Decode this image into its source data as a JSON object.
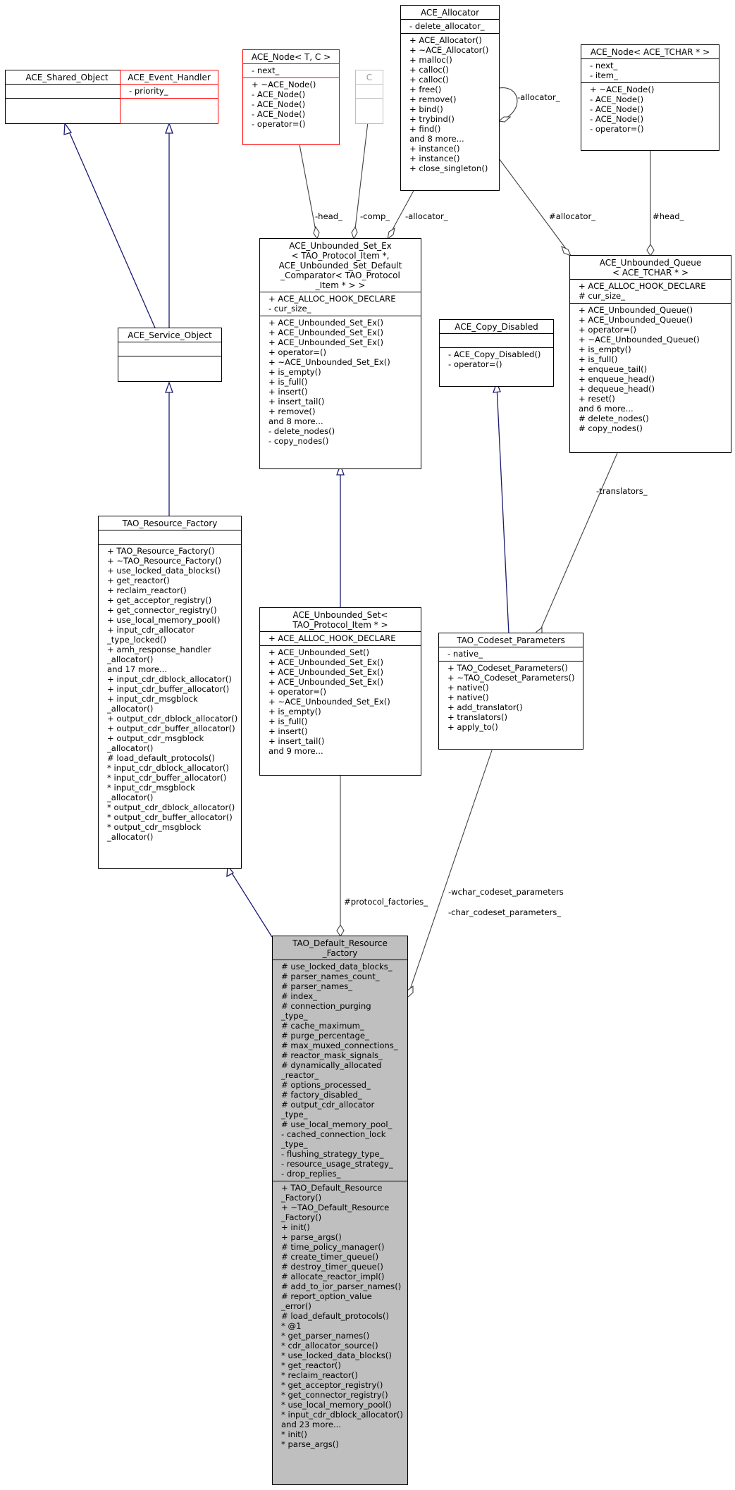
{
  "classes": {
    "shared_object": {
      "title": "ACE_Shared_Object",
      "attrs": [],
      "methods": []
    },
    "event_handler": {
      "title": "ACE_Event_Handler",
      "attrs": [
        "- priority_"
      ],
      "methods": []
    },
    "node_tc": {
      "title": "ACE_Node< T, C >",
      "attrs": [
        "- next_"
      ],
      "methods": [
        "+ ~ACE_Node()",
        "- ACE_Node()",
        "- ACE_Node()",
        "- ACE_Node()",
        "- operator=()"
      ]
    },
    "c_param": {
      "title": "C",
      "attrs": [],
      "methods": []
    },
    "allocator": {
      "title": "ACE_Allocator",
      "attrs": [
        "- delete_allocator_"
      ],
      "methods": [
        "+ ACE_Allocator()",
        "+ ~ACE_Allocator()",
        "+ malloc()",
        "+ calloc()",
        "+ calloc()",
        "+ free()",
        "+ remove()",
        "+ bind()",
        "+ trybind()",
        "+ find()",
        "and 8 more...",
        "+ instance()",
        "+ instance()",
        "+ close_singleton()"
      ]
    },
    "node_tchar": {
      "title": "ACE_Node< ACE_TCHAR * >",
      "attrs": [
        "- next_",
        "- item_"
      ],
      "methods": [
        "+ ~ACE_Node()",
        "- ACE_Node()",
        "- ACE_Node()",
        "- ACE_Node()",
        "- operator=()"
      ]
    },
    "service_object": {
      "title": "ACE_Service_Object",
      "attrs": [],
      "methods": []
    },
    "unbounded_set_ex": {
      "title": "ACE_Unbounded_Set_Ex\n< TAO_Protocol_Item *,\n ACE_Unbounded_Set_Default\n_Comparator< TAO_Protocol\n_Item * > >",
      "attrs": [
        "+ ACE_ALLOC_HOOK_DECLARE",
        "- cur_size_"
      ],
      "methods": [
        "+ ACE_Unbounded_Set_Ex()",
        "+ ACE_Unbounded_Set_Ex()",
        "+ ACE_Unbounded_Set_Ex()",
        "+ operator=()",
        "+ ~ACE_Unbounded_Set_Ex()",
        "+ is_empty()",
        "+ is_full()",
        "+ insert()",
        "+ insert_tail()",
        "+ remove()",
        "and 8 more...",
        "- delete_nodes()",
        "- copy_nodes()"
      ]
    },
    "copy_disabled": {
      "title": "ACE_Copy_Disabled",
      "attrs": [],
      "methods": [
        "- ACE_Copy_Disabled()",
        "- operator=()"
      ]
    },
    "unbounded_queue": {
      "title": "ACE_Unbounded_Queue\n< ACE_TCHAR * >",
      "attrs": [
        "+ ACE_ALLOC_HOOK_DECLARE",
        "# cur_size_"
      ],
      "methods": [
        "+ ACE_Unbounded_Queue()",
        "+ ACE_Unbounded_Queue()",
        "+ operator=()",
        "+ ~ACE_Unbounded_Queue()",
        "+ is_empty()",
        "+ is_full()",
        "+ enqueue_tail()",
        "+ enqueue_head()",
        "+ dequeue_head()",
        "+ reset()",
        "and 6 more...",
        "# delete_nodes()",
        "# copy_nodes()"
      ]
    },
    "resource_factory": {
      "title": "TAO_Resource_Factory",
      "attrs": [],
      "methods": [
        "+ TAO_Resource_Factory()",
        "+ ~TAO_Resource_Factory()",
        "+ use_locked_data_blocks()",
        "+ get_reactor()",
        "+ reclaim_reactor()",
        "+ get_acceptor_registry()",
        "+ get_connector_registry()",
        "+ use_local_memory_pool()",
        "+ input_cdr_allocator\n_type_locked()",
        "+ amh_response_handler\n_allocator()",
        "and 17 more...",
        "+ input_cdr_dblock_allocator()",
        "+ input_cdr_buffer_allocator()",
        "+ input_cdr_msgblock\n_allocator()",
        "+ output_cdr_dblock_allocator()",
        "+ output_cdr_buffer_allocator()",
        "+ output_cdr_msgblock\n_allocator()",
        "# load_default_protocols()",
        "* input_cdr_dblock_allocator()",
        "* input_cdr_buffer_allocator()",
        "* input_cdr_msgblock\n_allocator()",
        "* output_cdr_dblock_allocator()",
        "* output_cdr_buffer_allocator()",
        "* output_cdr_msgblock\n_allocator()"
      ]
    },
    "unbounded_set": {
      "title": "ACE_Unbounded_Set<\n TAO_Protocol_Item * >",
      "attrs": [
        "+ ACE_ALLOC_HOOK_DECLARE"
      ],
      "methods": [
        "+ ACE_Unbounded_Set()",
        "+ ACE_Unbounded_Set_Ex()",
        "+ ACE_Unbounded_Set_Ex()",
        "+ ACE_Unbounded_Set_Ex()",
        "+ operator=()",
        "+ ~ACE_Unbounded_Set_Ex()",
        "+ is_empty()",
        "+ is_full()",
        "+ insert()",
        "+ insert_tail()",
        "and 9 more..."
      ]
    },
    "codeset_params": {
      "title": "TAO_Codeset_Parameters",
      "attrs": [
        "- native_"
      ],
      "methods": [
        "+ TAO_Codeset_Parameters()",
        "+ ~TAO_Codeset_Parameters()",
        "+ native()",
        "+ native()",
        "+ add_translator()",
        "+ translators()",
        "+ apply_to()"
      ]
    },
    "default_factory": {
      "title": "TAO_Default_Resource\n_Factory",
      "attrs": [
        "# use_locked_data_blocks_",
        "# parser_names_count_",
        "# parser_names_",
        "# index_",
        "# connection_purging\n_type_",
        "# cache_maximum_",
        "# purge_percentage_",
        "# max_muxed_connections_",
        "# reactor_mask_signals_",
        "# dynamically_allocated\n_reactor_",
        "# options_processed_",
        "# factory_disabled_",
        "# output_cdr_allocator\n_type_",
        "# use_local_memory_pool_",
        "- cached_connection_lock\n_type_",
        "- flushing_strategy_type_",
        "- resource_usage_strategy_",
        "- drop_replies_"
      ],
      "methods": [
        "+ TAO_Default_Resource\n_Factory()",
        "+ ~TAO_Default_Resource\n_Factory()",
        "+ init()",
        "+ parse_args()",
        "# time_policy_manager()",
        "# create_timer_queue()",
        "# destroy_timer_queue()",
        "# allocate_reactor_impl()",
        "# add_to_ior_parser_names()",
        "# report_option_value\n_error()",
        "# load_default_protocols()",
        "* @1",
        "* get_parser_names()",
        "* cdr_allocator_source()",
        "* use_locked_data_blocks()",
        "* get_reactor()",
        "* reclaim_reactor()",
        "* get_acceptor_registry()",
        "* get_connector_registry()",
        "* use_local_memory_pool()",
        "* input_cdr_dblock_allocator()",
        "and 23 more...",
        "* init()",
        "* parse_args()"
      ]
    }
  },
  "edge_labels": {
    "allocator_self": "-allocator_",
    "head": "-head_",
    "comp": "-comp_",
    "allocator_set": "-allocator_",
    "allocator_queue": "#allocator_",
    "head_queue": "#head_",
    "translators": "-translators_",
    "protocol_factories": "#protocol_factories_",
    "wchar": "-wchar_codeset_parameters",
    "char": "-char_codeset_parameters_"
  },
  "colors": {
    "inheritance": "#191970",
    "association": "#404040",
    "main_fill": "#bfbfbf",
    "template_border": "#bfbfbf",
    "incomplete_border": "#ff0000"
  }
}
